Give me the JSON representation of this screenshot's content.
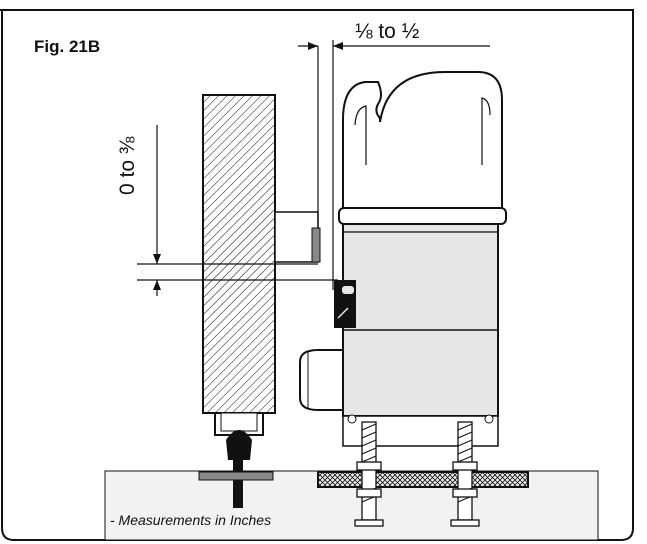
{
  "figure": {
    "label": "Fig. 21B",
    "offset_dimension": "⅛ to ½",
    "height_dimension": "0 to ⅜",
    "note": "- Measurements in Inches"
  },
  "colors": {
    "line": "#111111",
    "gray_fill": "#e6e6e6",
    "dark_gray": "#666666",
    "background": "#ffffff"
  }
}
